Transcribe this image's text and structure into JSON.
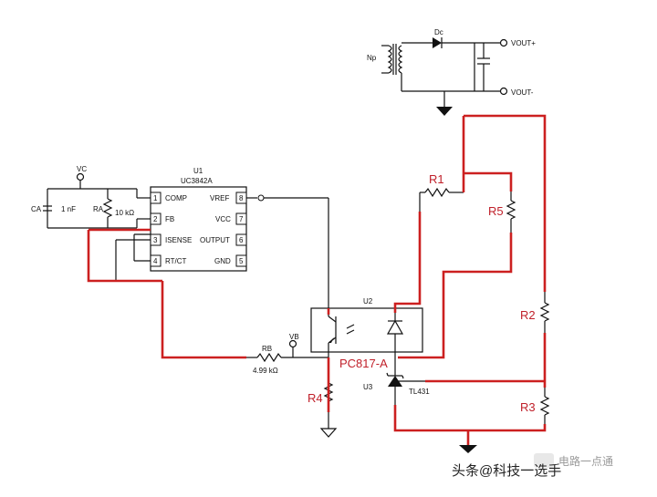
{
  "labels": {
    "np": "Np",
    "dc": "Dc",
    "vout_pos": "VOUT+",
    "vout_neg": "VOUT-",
    "vc": "VC",
    "ca": "CA",
    "c1nf": "1 nF",
    "ra": "RA",
    "r10k": "10 kΩ",
    "u1": "U1",
    "ic_name": "UC3842A",
    "pin1": "1",
    "pin2": "2",
    "pin3": "3",
    "pin4": "4",
    "pin5": "5",
    "pin6": "6",
    "pin7": "7",
    "pin8": "8",
    "comp": "COMP",
    "fb": "FB",
    "isense": "ISENSE",
    "rtct": "RT/CT",
    "vref": "VREF",
    "vcc": "VCC",
    "output": "OUTPUT",
    "gnd": "GND",
    "u2": "U2",
    "pc817": "PC817-A",
    "u3": "U3",
    "tl431": "TL431",
    "rb": "RB",
    "r499": "4.99 kΩ",
    "vb": "VB",
    "r1": "R1",
    "r2": "R2",
    "r3": "R3",
    "r4": "R4",
    "r5": "R5"
  },
  "watermark": {
    "left": "头条@科技一选手",
    "right": "电路一点通"
  },
  "colors": {
    "wire_black": "#111111",
    "wire_red": "#cc2020",
    "label_red": "#c0202a"
  }
}
